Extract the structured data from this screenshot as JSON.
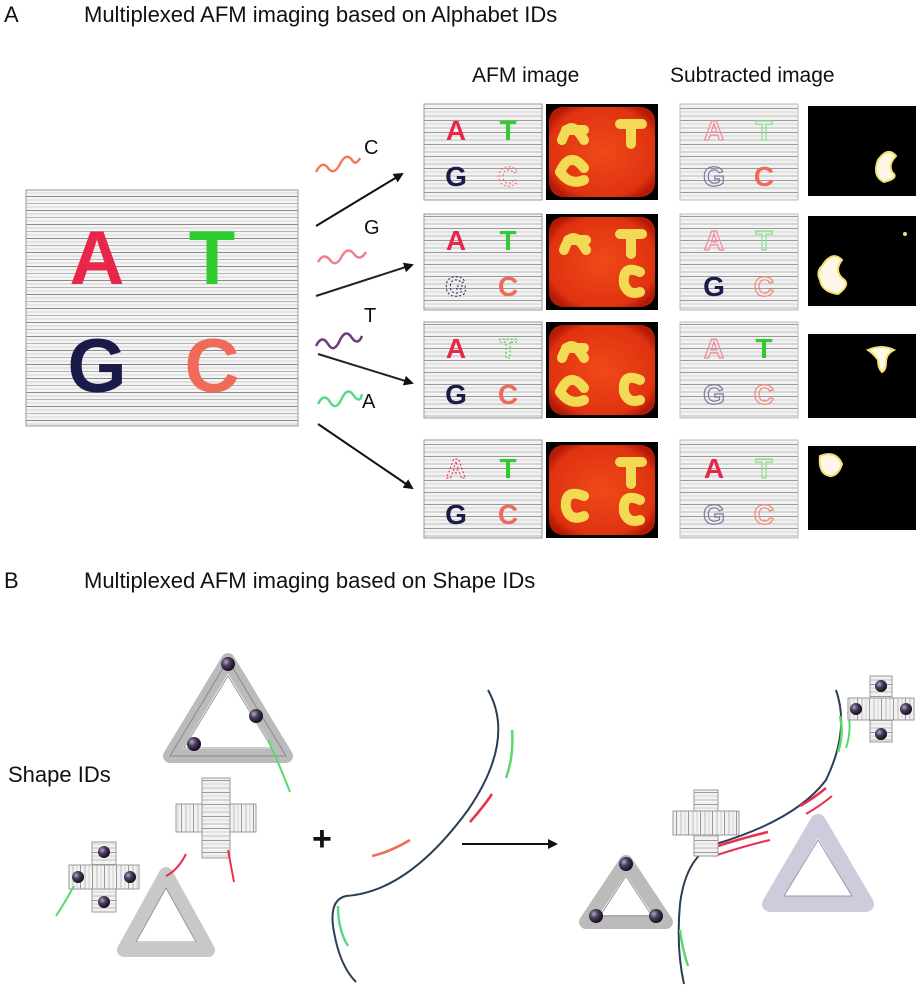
{
  "panel_a": {
    "label": "A",
    "title": "Multiplexed AFM imaging based on Alphabet IDs",
    "col_afm": "AFM image",
    "col_sub": "Subtracted image",
    "origami_letters": [
      "A",
      "T",
      "G",
      "C"
    ],
    "probes": [
      "C",
      "G",
      "T",
      "A"
    ]
  },
  "panel_b": {
    "label": "B",
    "title": "Multiplexed AFM imaging based on Shape IDs",
    "shape_ids": "Shape IDs",
    "plus": "+"
  },
  "colors": {
    "A": "#e8264a",
    "T": "#2ecc2e",
    "G": "#1b1b4a",
    "C": "#f06a5a",
    "afm_bg": "#e83a14",
    "afm_hi": "#f3f25a",
    "strand": "#2a3e55",
    "green_seg": "#5ad86a",
    "red_seg": "#e8304a"
  }
}
